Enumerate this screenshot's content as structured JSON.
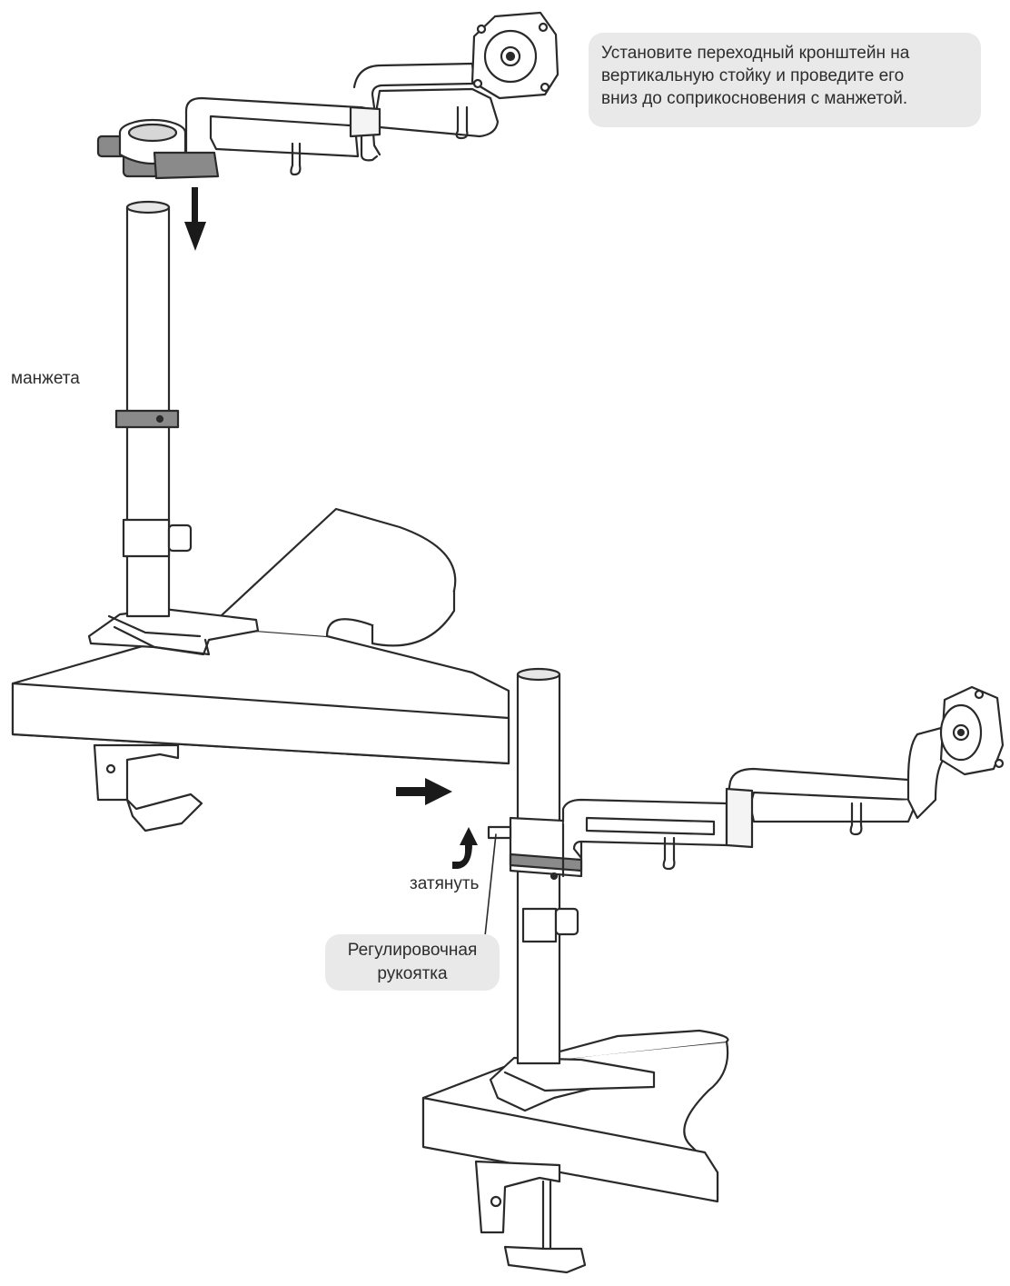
{
  "instruction": {
    "lines": [
      "Установите переходный кронштейн на",
      "вертикальную стойку и проведите его",
      "вниз до соприкосновения с манжетой."
    ]
  },
  "labels": {
    "collar": "манжета",
    "tighten": "затянуть",
    "knob_line1": "Регулировочная",
    "knob_line2": "рукоятка"
  },
  "colors": {
    "stroke": "#2a2a2a",
    "shade": "#8a8a8a",
    "callout_bg": "#e9e9e9"
  },
  "icons": {
    "down_arrow": "arrow-down-icon",
    "right_arrow": "arrow-right-icon",
    "tighten_arrow": "curved-arrow-up-icon"
  }
}
